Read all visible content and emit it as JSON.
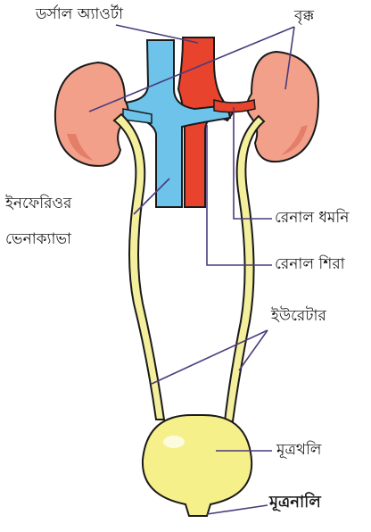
{
  "labels": {
    "dorsal_aorta": "ডর্সাল অ্যাওর্টা",
    "kidney": "বৃক্ক",
    "inferior_vena_cava_line1": "ইনফেরিওর",
    "inferior_vena_cava_line2": "ভেনাক্যাভা",
    "renal_artery": "রেনাল ধমনি",
    "renal_vein": "রেনাল শিরা",
    "ureter": "ইউরেটার",
    "urinary_bladder": "মূত্রথলি",
    "urethra": "মূত্রনালি"
  },
  "colors": {
    "kidney_fill": "#f2a08a",
    "kidney_shadow": "#e47e69",
    "aorta_fill": "#e8432c",
    "vena_cava_fill": "#6ec3ea",
    "ureter_fill": "#f3ef9c",
    "bladder_fill": "#f5f08a",
    "outline": "#1a1a1a",
    "leader_line": "#4a3b7c"
  }
}
